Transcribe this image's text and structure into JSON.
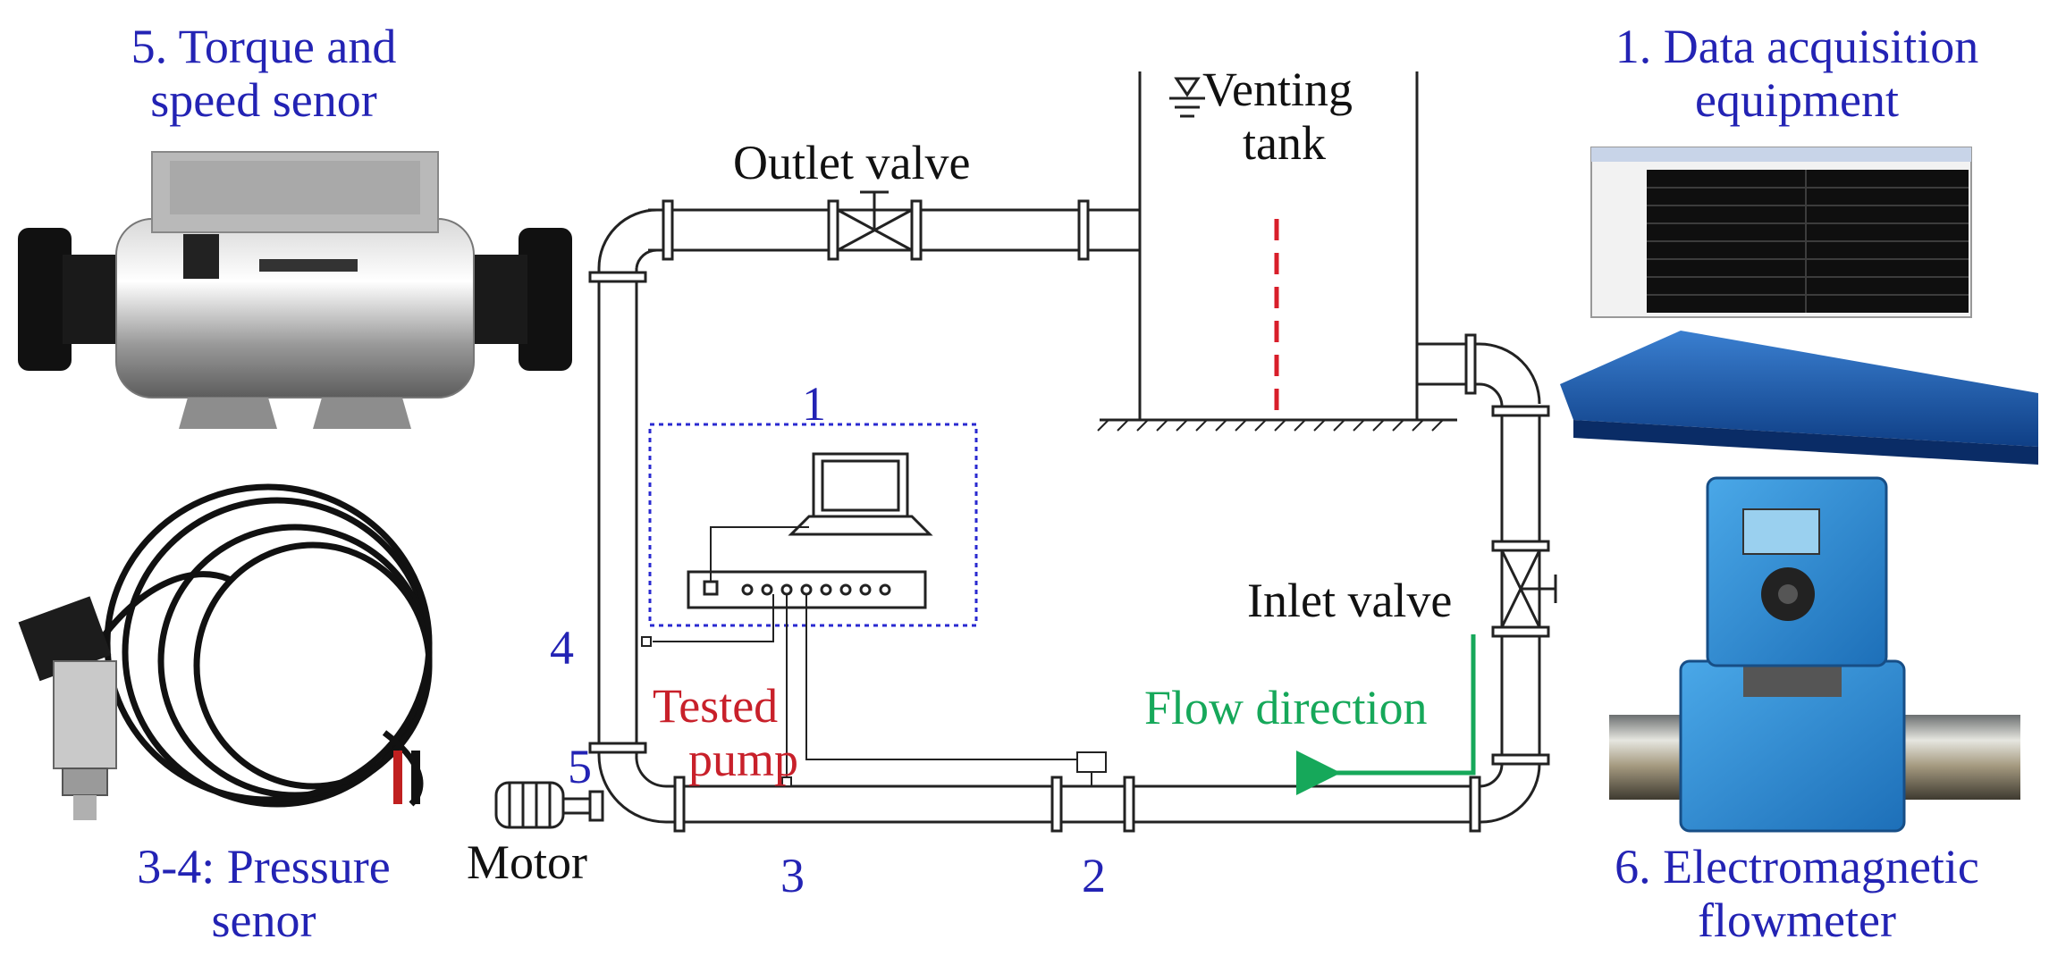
{
  "photo_labels": {
    "torque_sensor": [
      "5. Torque and",
      "speed senor"
    ],
    "pressure_sensor": [
      "3-4: Pressure",
      "senor"
    ],
    "data_acquisition": [
      "1. Data acquisition",
      "equipment"
    ],
    "flowmeter": [
      "6. Electromagnetic",
      "flowmeter"
    ]
  },
  "schematic": {
    "outlet_valve": "Outlet valve",
    "venting_tank": [
      "Venting",
      "tank"
    ],
    "inlet_valve": "Inlet valve",
    "flow_direction": "Flow direction",
    "tested_pump": [
      "Tested",
      "pump"
    ],
    "motor": "Motor",
    "markers": {
      "m1": "1",
      "m2": "2",
      "m3": "3",
      "m4": "4",
      "m5": "5"
    }
  },
  "colors": {
    "marker_blue": "#2323b4",
    "pump_red": "#c8202a",
    "flow_green": "#16a85a",
    "dashed_line_red": "#d81e2a",
    "dotted_box_blue": "#2a2ad0"
  }
}
